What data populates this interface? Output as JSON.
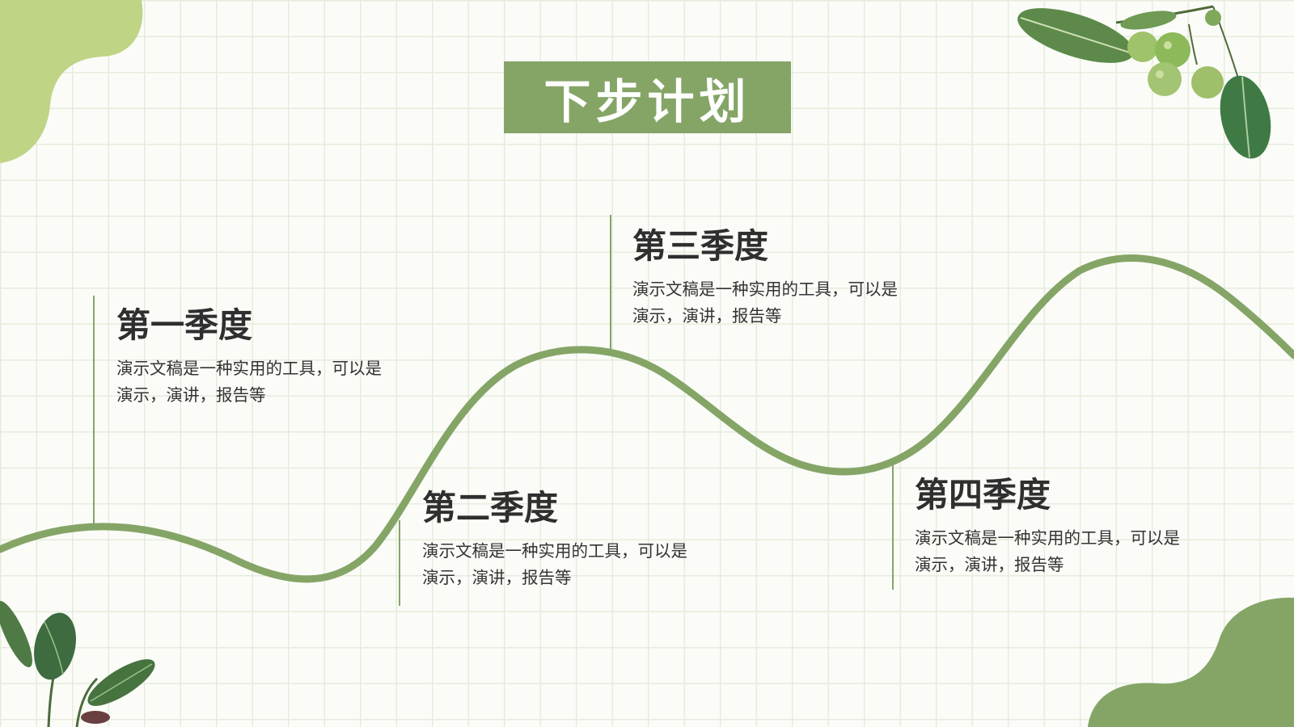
{
  "title": "下步计划",
  "colors": {
    "accent": "#85a567",
    "blob_light": "#c0d486",
    "blob_dark": "#85a567",
    "grid": "#e6ecdc",
    "text": "#2f2f2f"
  },
  "quarters": [
    {
      "title": "第一季度",
      "desc_line1": "演示文稿是一种实用的工具，可以是",
      "desc_line2": "演示，演讲，报告等"
    },
    {
      "title": "第二季度",
      "desc_line1": "演示文稿是一种实用的工具，可以是",
      "desc_line2": "演示，演讲，报告等"
    },
    {
      "title": "第三季度",
      "desc_line1": "演示文稿是一种实用的工具，可以是",
      "desc_line2": "演示，演讲，报告等"
    },
    {
      "title": "第四季度",
      "desc_line1": "演示文稿是一种实用的工具，可以是",
      "desc_line2": "演示，演讲，报告等"
    }
  ],
  "decor": {
    "top_right": "green-fruit-branch-icon",
    "bottom_left": "leaf-plant-icon"
  }
}
